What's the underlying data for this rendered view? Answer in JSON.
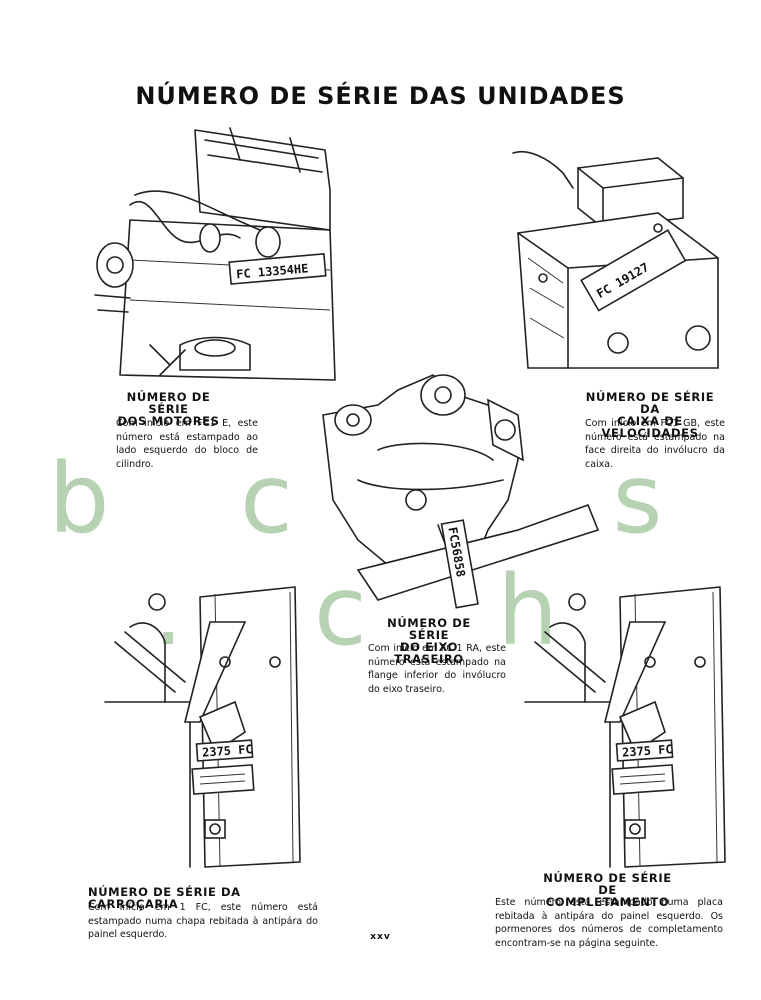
{
  "page": {
    "title": "NÚMERO DE SÉRIE DAS UNIDADES",
    "watermark": "b c o s . c h",
    "page_number": "xxv"
  },
  "sections": {
    "motores": {
      "heading_line1": "NÚMERO DE SÉRIE",
      "heading_line2": "DOS MOTORES",
      "body": "Com início em FC1 E, este número está estampado ao lado esquerdo do bloco de cilindro.",
      "plate": "FC 13354HE"
    },
    "caixa": {
      "heading_line1": "NÚMERO DE SÉRIE DA",
      "heading_line2": "CAIXA DE VELOCIDADES",
      "body": "Com início em FC1 GB, este número está estampado na face direita do invólucro da caixa.",
      "plate": "FC 19127"
    },
    "eixo": {
      "heading_line1": "NÚMERO DE SÉRIE",
      "heading_line2": "DO EIXO TRASEIRO",
      "body": "Com início em FC 1 RA, este número está estampado na flange inferior do invólucro do eixo traseiro.",
      "plate": "FC56858"
    },
    "carrocaria": {
      "heading_line1": "NÚMERO DE SÉRIE DA CARROÇARIA",
      "body": "Com início em 1 FC, este número está estampado numa chapa rebitada à antipára do painel esquerdo.",
      "plate": "2375 FC"
    },
    "completamento": {
      "heading_line1": "NÚMERO DE SÉRIE DE",
      "heading_line2": "COMPLETAMENTO",
      "body": "Este número está estampado numa placa rebitada à antipára do painel esquerdo. Os pormenores dos números de completamento encontram-se na página seguinte.",
      "plate": "2375 FC"
    }
  }
}
